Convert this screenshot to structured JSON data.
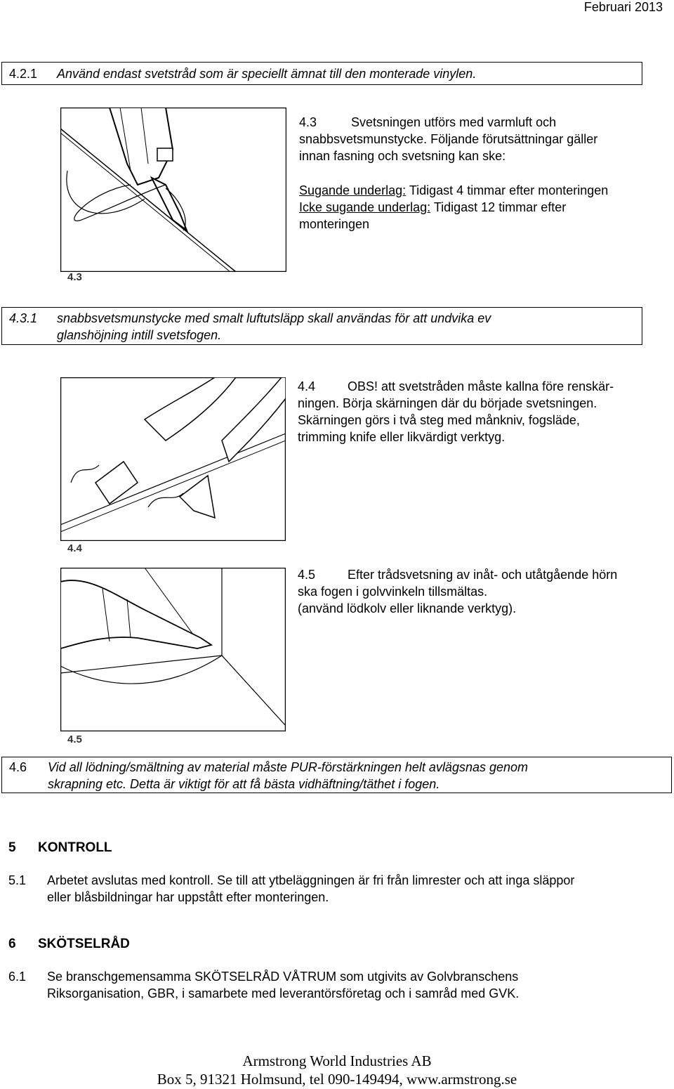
{
  "header": {
    "date": "Februari 2013"
  },
  "box_421": {
    "num": "4.2.1",
    "text": "Använd endast svetstråd som är speciellt ämnat till den monterade vinylen."
  },
  "sec_43": {
    "num": "4.3",
    "line1": "Svetsningen utförs med varmluft och",
    "line2": "snabbsvetsmunstycke. Följande förutsättningar gäller",
    "line3": "innan fasning och svetsning kan ske:",
    "sug_label": "Sugande underlag:",
    "sug_text": " Tidigast 4 timmar efter monteringen",
    "icke_label": "Icke sugande underlag:",
    "icke_text": " Tidigast 12 timmar efter",
    "icke_text2": "monteringen",
    "fig_label": "4.3"
  },
  "box_431": {
    "num": "4.3.1",
    "line1": "snabbsvetsmunstycke med smalt luftutsläpp skall användas för att undvika ev",
    "line2": "glanshöjning intill svetsfogen."
  },
  "sec_44": {
    "num": "4.4",
    "line1": "OBS! att svetstråden måste kallna före renskär-",
    "line2": "ningen. Börja skärningen där du började svetsningen.",
    "line3": "Skärningen görs i två steg med månkniv, fogsläde,",
    "line4": "trimming knife eller likvärdigt verktyg.",
    "fig_label": "4.4"
  },
  "sec_45": {
    "num": "4.5",
    "line1": "Efter trådsvetsning av inåt- och utåtgående hörn",
    "line2": "ska fogen i golvvinkeln tillsmältas.",
    "line3": "(använd lödkolv eller liknande verktyg).",
    "fig_label": "4.5"
  },
  "box_46": {
    "num": "4.6",
    "line1": "Vid all lödning/smältning av material måste PUR-förstärkningen helt avlägsnas genom",
    "line2": "skrapning etc. Detta är viktigt för att få bästa vidhäftning/täthet i fogen."
  },
  "sec_5": {
    "num": "5",
    "title": "KONTROLL",
    "item_num": "5.1",
    "line1": "Arbetet avslutas med kontroll. Se till att ytbeläggningen är fri från limrester och att inga släppor",
    "line2": "eller blåsbildningar har uppstått efter monteringen."
  },
  "sec_6": {
    "num": "6",
    "title": "SKÖTSELRÅD",
    "item_num": "6.1",
    "line1": "Se branschgemensamma SKÖTSELRÅD VÅTRUM som utgivits av Golvbranschens",
    "line2": "Riksorganisation, GBR, i samarbete med leverantörsföretag och i samråd med GVK."
  },
  "footer": {
    "line1": "Armstrong World Industries AB",
    "line2": "Box 5, 91321 Holmsund, tel 090-149494, www.armstrong.se"
  }
}
